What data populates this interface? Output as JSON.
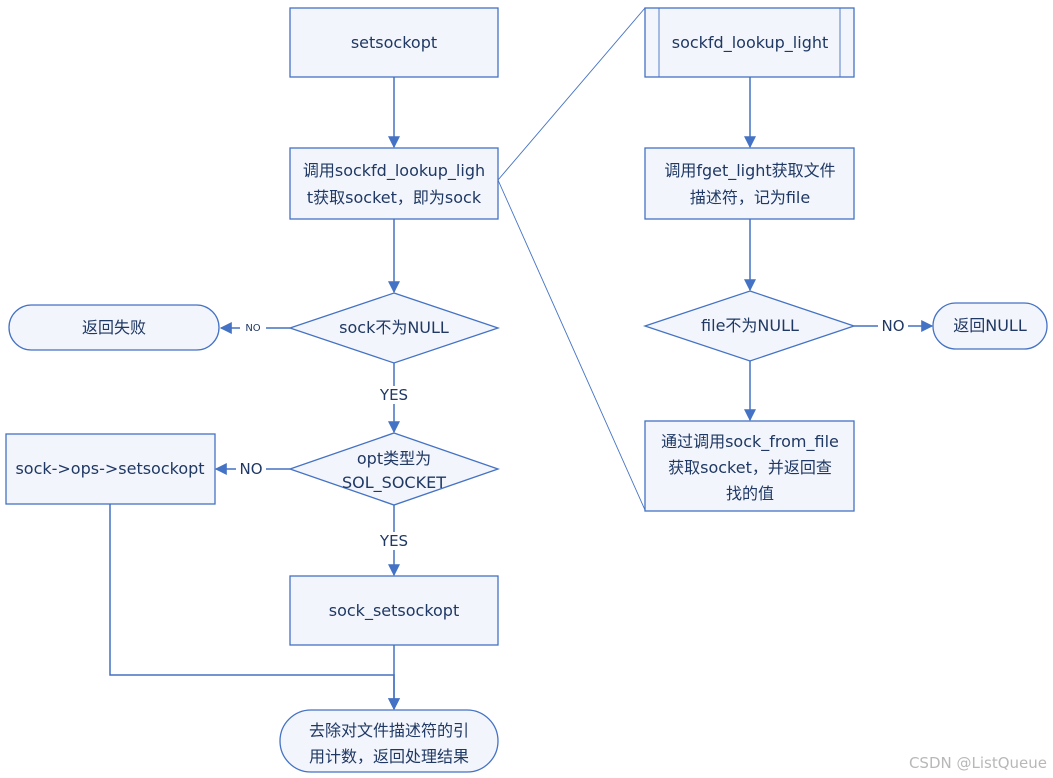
{
  "nodes": {
    "setsockopt": "setsockopt",
    "lookup_call": [
      "调用sockfd_lookup_ligh",
      "t获取socket，即为sock"
    ],
    "sock_null_check": "sock不为NULL",
    "return_fail": "返回失败",
    "opt_type_check": [
      "opt类型为",
      "SOL_SOCKET"
    ],
    "ops_setsockopt": "sock->ops->setsockopt",
    "sock_setsockopt": "sock_setsockopt",
    "release_ref": [
      "去除对文件描述符的引",
      "用计数，返回处理结果"
    ],
    "lookup_light": "sockfd_lookup_light",
    "fget_light": [
      "调用fget_light获取文件",
      "描述符，记为file"
    ],
    "file_null_check": "file不为NULL",
    "return_null": "返回NULL",
    "sock_from_file": [
      "通过调用sock_from_file",
      "获取socket，并返回查",
      "找的值"
    ]
  },
  "edge_labels": {
    "no_small": "NO",
    "yes_1": "YES",
    "no_2": "NO",
    "yes_2": "YES",
    "no_3": "NO"
  },
  "watermark": "CSDN @ListQueue",
  "colors": {
    "stroke": "#4472c4",
    "fill": "#f2f5fb",
    "text": "#1f3864"
  }
}
